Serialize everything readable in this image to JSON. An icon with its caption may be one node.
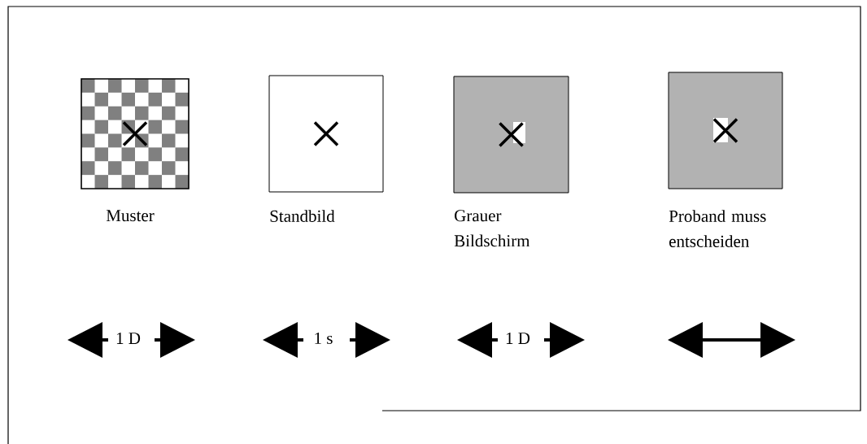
{
  "diagram": {
    "nodes": [
      {
        "text": [
          "Muster"
        ]
      },
      {
        "text": [
          "Standbild"
        ]
      },
      {
        "text": [
          "Grauer Bildschirm"
        ]
      },
      {
        "text": [
          "Proband muss entscheiden"
        ]
      }
    ],
    "labels": [
      "1 D",
      "1 s",
      "1 D"
    ]
  }
}
